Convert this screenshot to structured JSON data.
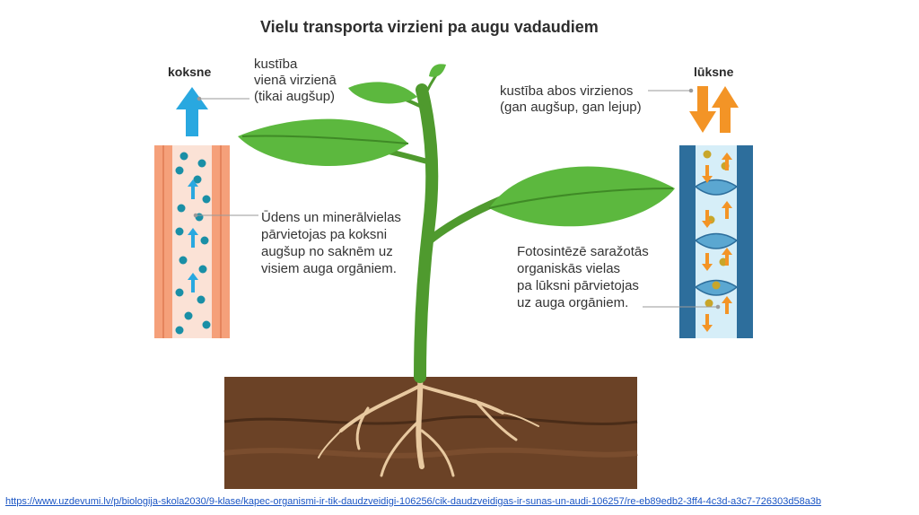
{
  "title": "Vielu transporta virzieni pa augu vadaudiem",
  "xylem": {
    "label": "koksne",
    "direction_note": "kustība\nvienā virzienā\n(tikai augšup)",
    "description": "Ūdens un minerālvielas\npārvietojas pa koksni\naugšup no saknēm uz\nvisiem auga orgāniem."
  },
  "phloem": {
    "label": "lūksne",
    "direction_note": "kustība abos virzienos\n(gan augšup, gan lejup)",
    "description": "Fotosintēzē saražotās\norganiskās vielas\npa lūksni pārvietojas\nuz auga orgāniem."
  },
  "source_link": "https://www.uzdevumi.lv/p/biologija-skola2030/9-klase/kapec-organismi-ir-tik-daudzveidigi-106256/cik-daudzveidigas-ir-sunas-un-audi-106257/re-eb89edb2-3ff4-4c3d-a3c7-726303d58a3b",
  "colors": {
    "xylem_arrow": "#29a8e0",
    "xylem_wall": "#f5a07a",
    "xylem_lumen": "#fbe2d6",
    "phloem_arrow": "#f39426",
    "phloem_wall": "#2d6e9c",
    "phloem_lumen": "#d6eef8",
    "leaf": "#5cb83e",
    "stem": "#4f9a2e",
    "soil": "#6b4226",
    "root": "#e8c9a0"
  }
}
